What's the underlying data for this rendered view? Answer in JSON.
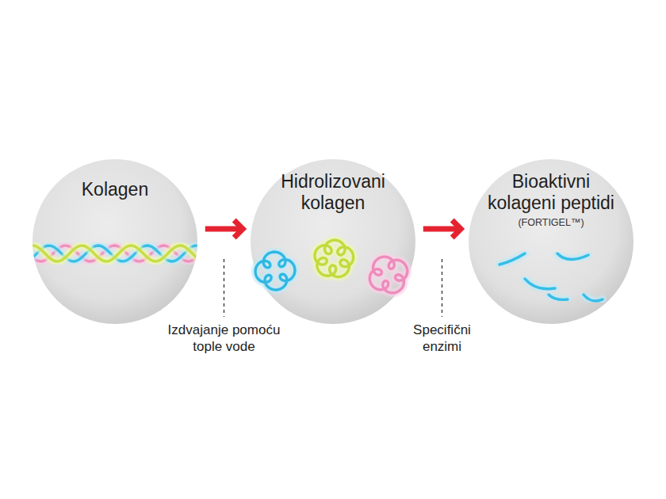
{
  "diagram": {
    "nodes": [
      {
        "text": [
          "Kolagen"
        ]
      },
      {
        "text": [
          "Hidrolizovani kolagen"
        ]
      },
      {
        "text": [
          "Bioaktivni kolageni peptidi",
          "(FORTIGEL™)"
        ]
      }
    ],
    "edges": [
      {
        "from": 0,
        "to": 1,
        "arrow": "to",
        "label": "Izdvajanje pomoću tople vode"
      },
      {
        "from": 1,
        "to": 2,
        "arrow": "to",
        "label": "Specifični enzimi"
      }
    ]
  }
}
